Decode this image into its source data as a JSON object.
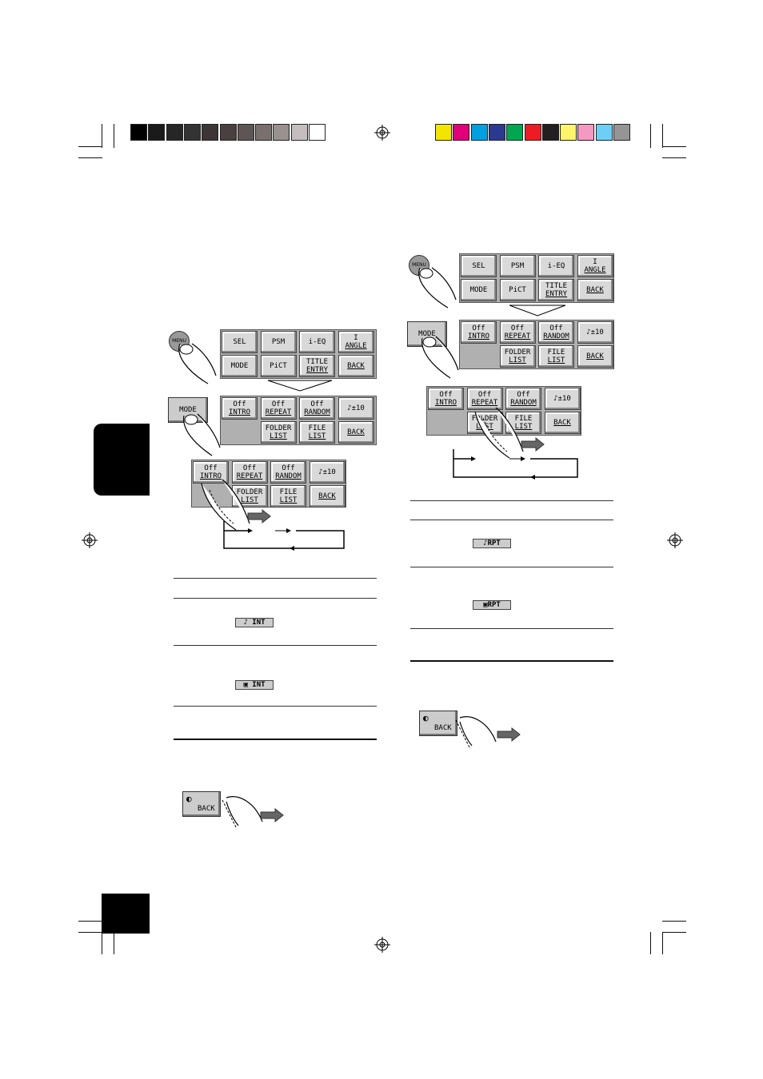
{
  "page": {
    "bg_color": "#ffffff",
    "grayscale_swatches": [
      "#000000",
      "#1a1a1a",
      "#262626",
      "#333333",
      "#3d3535",
      "#4a4040",
      "#5e5555",
      "#7a7070",
      "#999090",
      "#c6bebe",
      "#ffffff"
    ],
    "color_swatches": [
      "#f4e500",
      "#e2007a",
      "#00a0e0",
      "#2b3990",
      "#00a650",
      "#ed1c24",
      "#231f20",
      "#fff46b",
      "#f49ac2",
      "#6dcff6",
      "#959595"
    ]
  },
  "menu_panel": {
    "row1": [
      {
        "line1": "SEL",
        "line2": ""
      },
      {
        "line1": "PSM",
        "line2": ""
      },
      {
        "line1": "i-EQ",
        "line2": ""
      },
      {
        "line1": "I",
        "line2": "ANGLE"
      }
    ],
    "row2": [
      {
        "line1": "MODE",
        "line2": ""
      },
      {
        "line1": "PiCT",
        "line2": ""
      },
      {
        "line1": "TITLE",
        "line2": "ENTRY"
      },
      {
        "line1": "",
        "line2": "BACK"
      }
    ]
  },
  "mode_panel": {
    "row1": [
      {
        "line1": "Off",
        "line2": "INTRO"
      },
      {
        "line1": "Off",
        "line2": "REPEAT"
      },
      {
        "line1": "Off",
        "line2": "RANDOM"
      },
      {
        "line1": "♪±10",
        "line2": ""
      }
    ],
    "row2": [
      {
        "line1": "FOLDER",
        "line2": "LIST"
      },
      {
        "line1": "FILE",
        "line2": "LIST"
      },
      {
        "line1": "",
        "line2": "BACK"
      }
    ]
  },
  "labels": {
    "menu": "MENU",
    "mode": "MODE",
    "back": "BACK"
  },
  "indicators": {
    "left_track_intro": "♪ INT",
    "left_folder_intro": "▣ INT",
    "right_track_repeat": "♪RPT",
    "right_folder_repeat": "▣RPT"
  },
  "colors": {
    "button_face": "#d9d9d9",
    "panel_bg": "#b0b0b0",
    "side_tab": "#000000"
  }
}
